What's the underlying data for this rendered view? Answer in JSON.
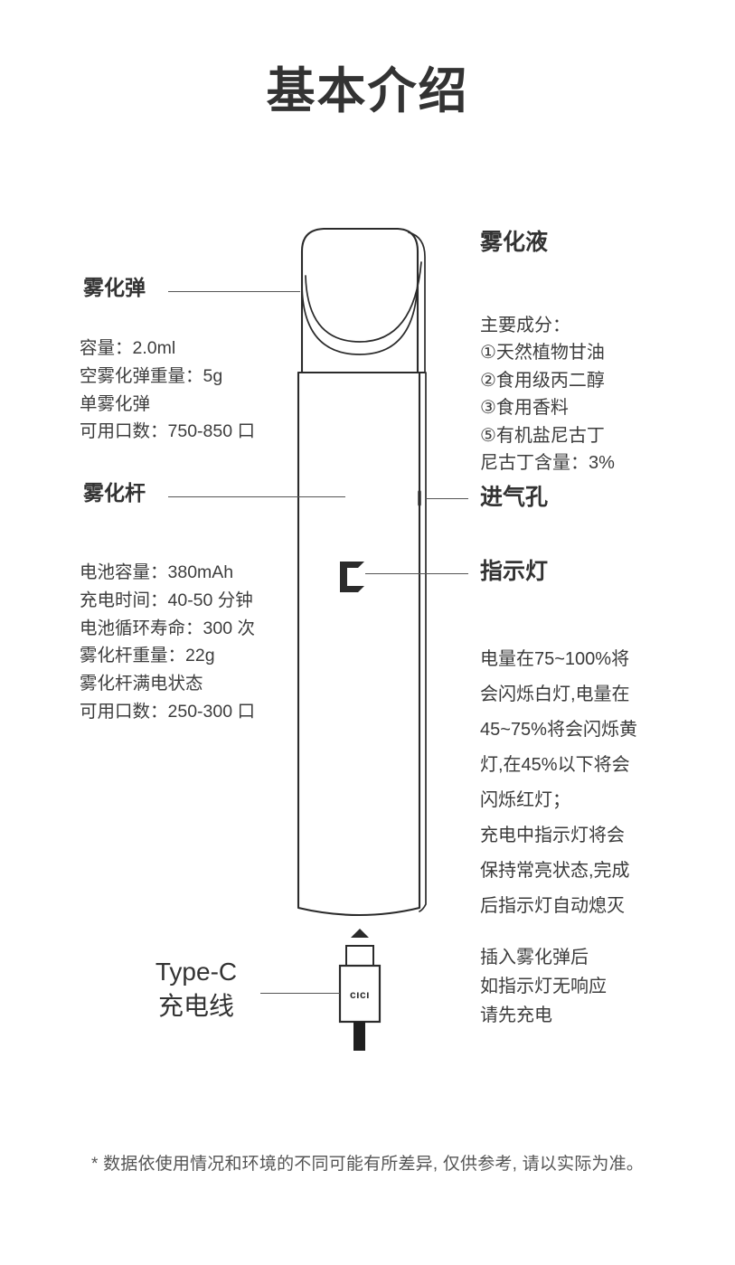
{
  "page": {
    "title": "基本介绍",
    "background_color": "#ffffff",
    "text_color": "#3a3a3a",
    "title_color": "#333333"
  },
  "pod_section": {
    "heading": "雾化弹",
    "specs": [
      "容量：2.0ml",
      "空雾化弹重量：5g",
      "单雾化弹",
      "可用口数：750-850 口"
    ]
  },
  "rod_section": {
    "heading": "雾化杆",
    "specs": [
      "电池容量：380mAh",
      "充电时间：40-50 分钟",
      "电池循环寿命：300 次",
      "雾化杆重量：22g",
      "雾化杆满电状态",
      "可用口数：250-300 口"
    ]
  },
  "liquid_section": {
    "heading": "雾化液",
    "lines": [
      "主要成分：",
      "①天然植物甘油",
      "②食用级丙二醇",
      "③食用香料",
      "⑤有机盐尼古丁",
      "尼古丁含量：3%"
    ]
  },
  "airhole_label": "进气孔",
  "indicator_label": "指示灯",
  "indicator_description": [
    "电量在75~100%将",
    "会闪烁白灯,电量在",
    "45~75%将会闪烁黄",
    "灯,在45%以下将会",
    "闪烁红灯；",
    "充电中指示灯将会",
    "保持常亮状态,完成",
    "后指示灯自动熄灭"
  ],
  "charger": {
    "label_lines": [
      "Type-C",
      "充电线"
    ],
    "connector_mark": "ᴄıᴄı"
  },
  "charge_note": [
    "插入雾化弹后",
    "如指示灯无响应",
    "请先充电"
  ],
  "footer_note": "* 数据依使用情况和环境的不同可能有所差异, 仅供参考, 请以实际为准。"
}
